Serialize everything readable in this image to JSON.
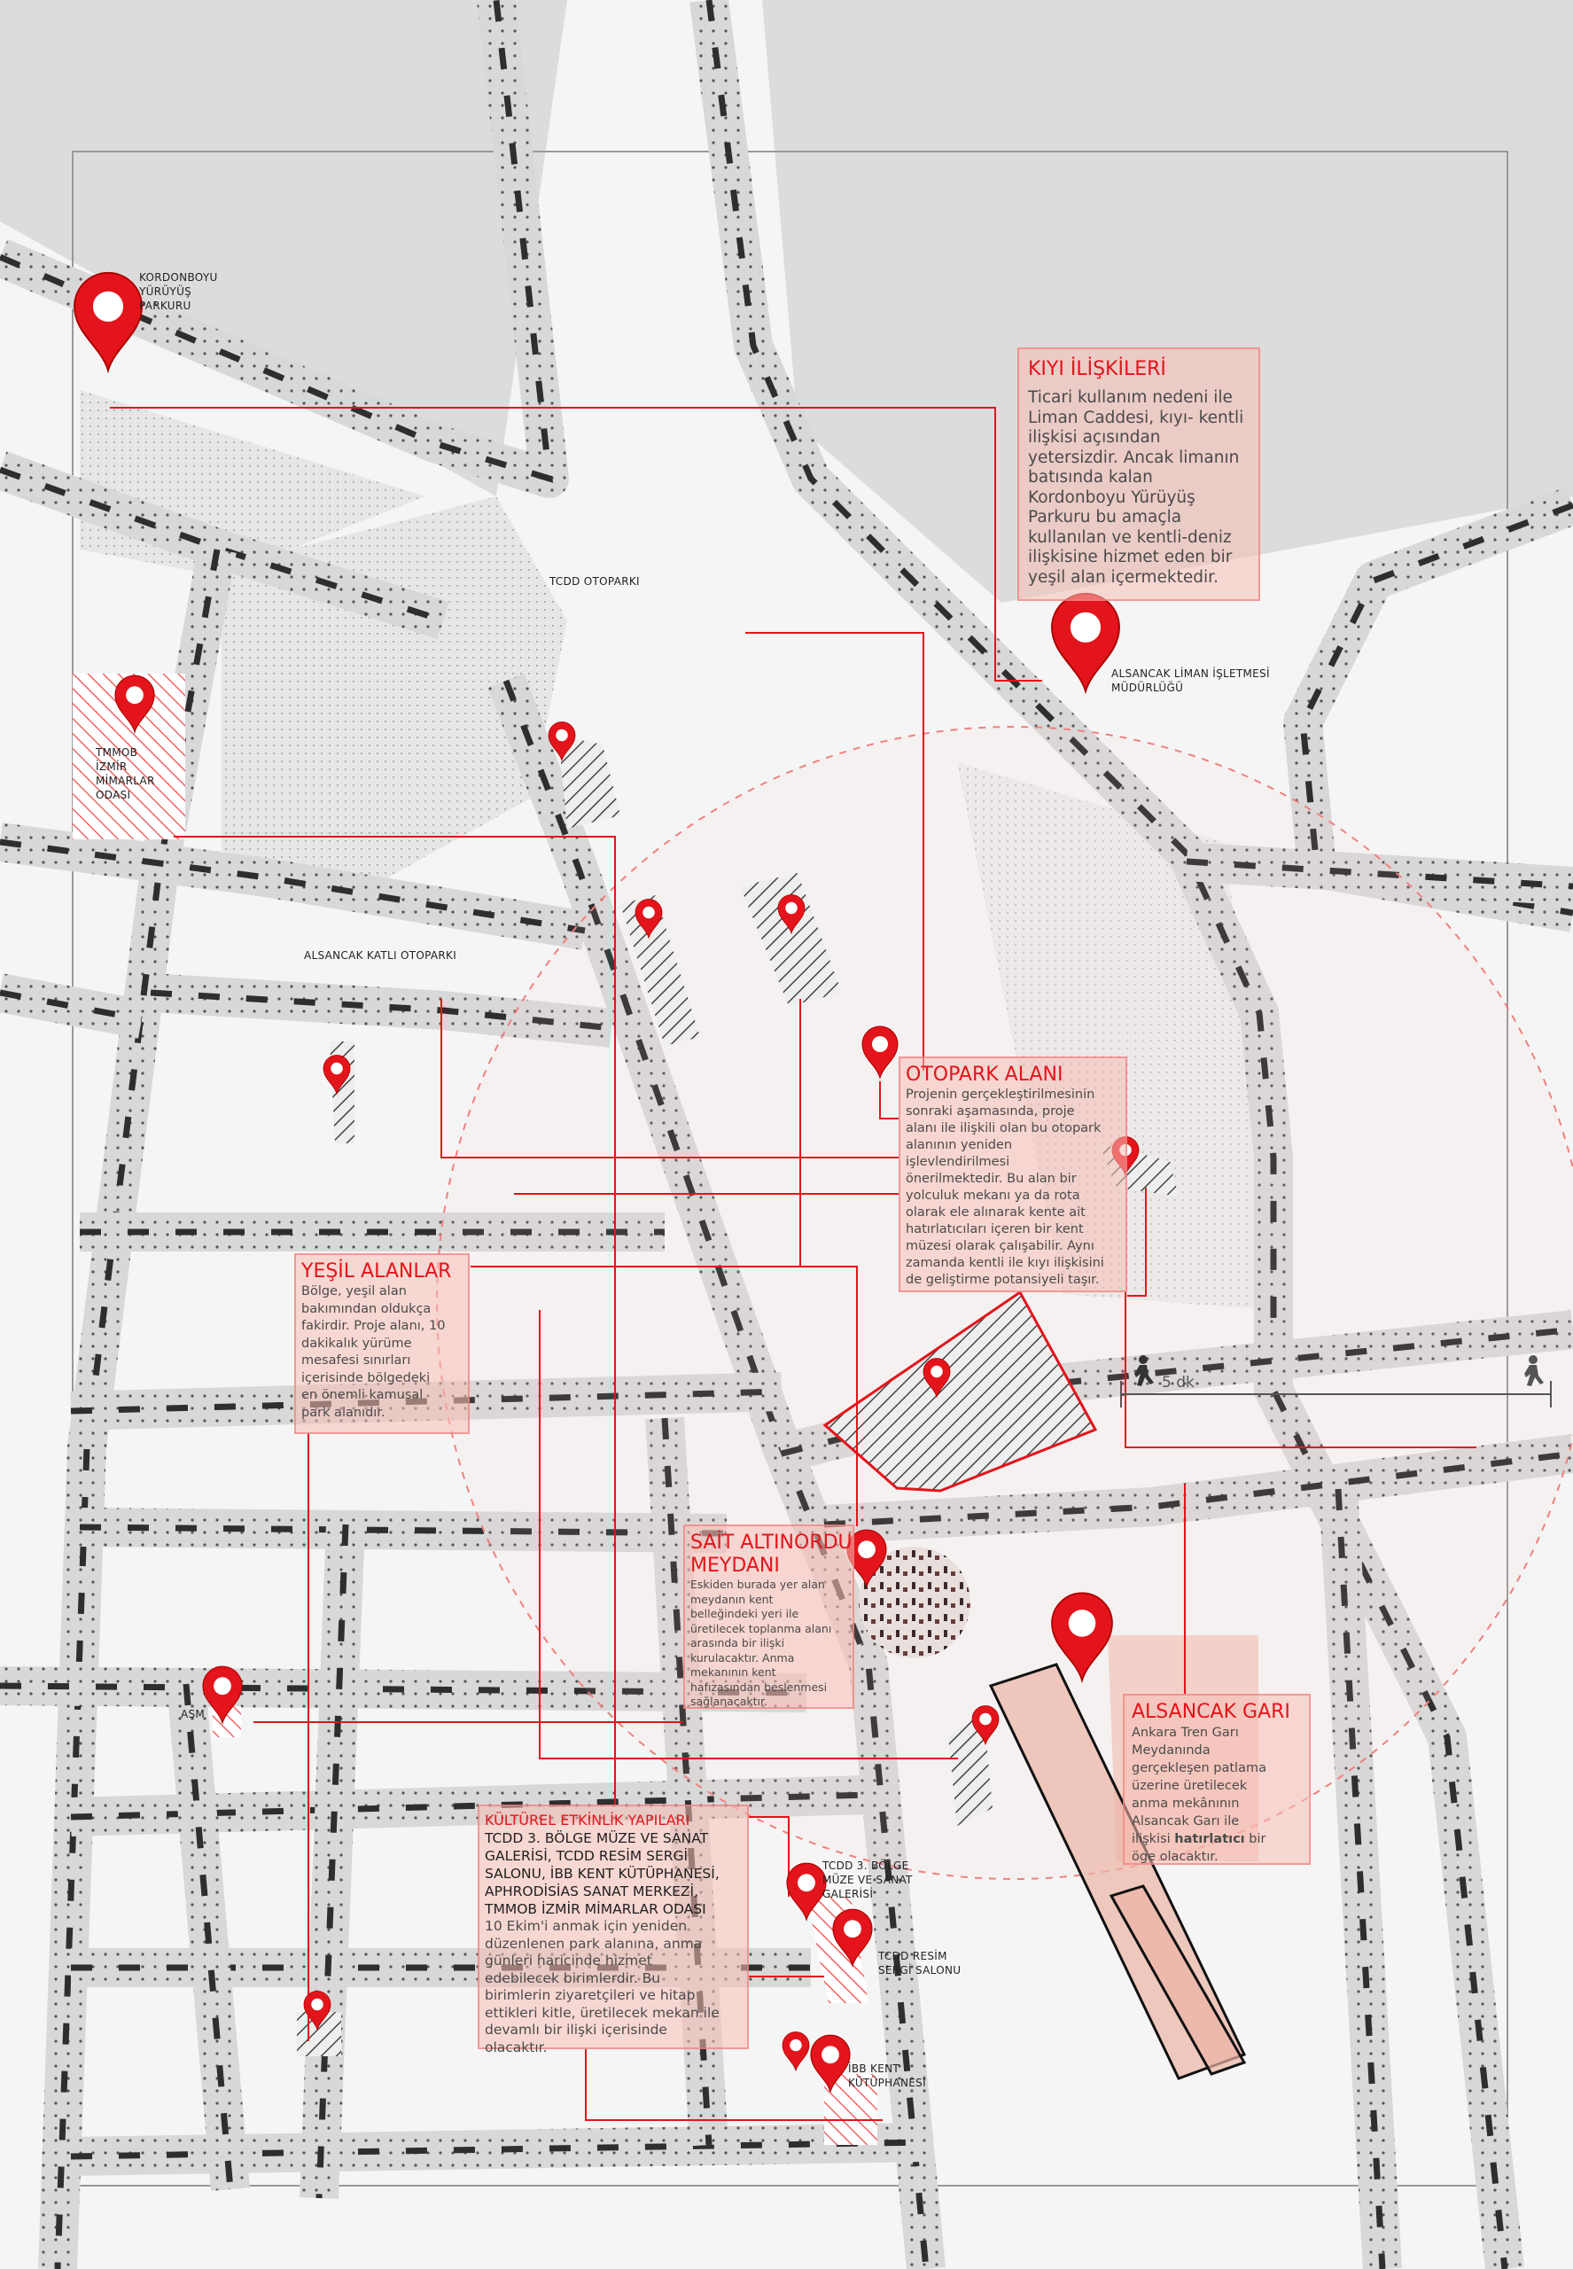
{
  "colors": {
    "accent": "#e3141b",
    "sea": "#dcdcdc",
    "land": "#ececec",
    "road": "#d6d6d6",
    "dash": "#2e2e2e",
    "box_fill": "#f8beb4"
  },
  "labels": {
    "kordonboyu": [
      "KORDONBOYU",
      "YÜRÜYÜŞ",
      "PARKURU"
    ],
    "tcdd_otoparki": [
      "TCDD OTOPARKI"
    ],
    "liman": [
      "ALSANCAK LİMAN İŞLETMESİ",
      "MÜDÜRLÜĞÜ"
    ],
    "tmmob": [
      "TMMOB",
      "İZMİR",
      "MİMARLAR",
      "ODASI"
    ],
    "katli_otopark": [
      "ALSANCAK KATLI OTOPARKI"
    ],
    "asm": [
      "ASM"
    ],
    "tcdd_galeri": [
      "TCDD 3. BÖLGE",
      "MÜZE VE SANAT",
      "GALERİSİ"
    ],
    "tcdd_resim": [
      "TCDD RESİM",
      "SERGİ SALONU"
    ],
    "ibb": [
      "İBB KENT",
      "KÜTÜPHANESİ"
    ]
  },
  "scale_bar": {
    "label": "5 dk",
    "icon": "pedestrian-icon"
  },
  "boxes": {
    "kiyi": {
      "title": "KIYI İLİŞKİLERİ",
      "lines": [
        "Ticari kullanım nedeni ile",
        "Liman Caddesi, kıyı- kentli",
        "ilişkisi açısından",
        "yetersizdir. Ancak limanın",
        "batısında kalan",
        "Kordonboyu Yürüyüş",
        "Parkuru bu amaçla",
        "kullanılan ve kentli-deniz",
        "ilişkisine hizmet eden bir",
        "yeşil alan içermektedir."
      ]
    },
    "otopark": {
      "title": "OTOPARK ALANI",
      "lines": [
        "Projenin gerçekleştirilmesinin",
        "sonraki aşamasında, proje",
        "alanı ile ilişkili olan bu otopark",
        "alanının yeniden",
        "işlevlendirilmesi",
        "önerilmektedir. Bu alan bir",
        "yolculuk mekanı ya da rota",
        "olarak ele alınarak kente ait",
        "hatırlatıcıları içeren bir kent",
        "müzesi olarak çalışabilir. Aynı",
        "zamanda kentli ile kıyı ilişkisini",
        "de geliştirme potansiyeli taşır."
      ]
    },
    "yesil": {
      "title": "YEŞİL ALANLAR",
      "lines": [
        "Bölge, yeşil alan",
        "bakımından oldukça",
        "fakirdir. Proje alanı, 10",
        "dakikalık yürüme",
        "mesafesi sınırları",
        "içerisinde bölgedeki",
        "en önemli kamusal",
        "park alanıdır."
      ]
    },
    "sait": {
      "title_lines": [
        "SAİT ALTINORDU",
        "MEYDANI"
      ],
      "lines": [
        "Eskiden burada yer alan",
        "meydanın kent",
        "belleğindeki yeri ile",
        "üretilecek toplanma alanı",
        "arasında bir ilişki",
        "kurulacaktır. Anma",
        "mekanının kent",
        "hafızasından beslenmesi",
        "sağlanacaktır."
      ]
    },
    "gar": {
      "title": "ALSANCAK GARI",
      "lines": [
        "Ankara Tren Garı",
        "Meydanında",
        "gerçekleşen patlama",
        "üzerine üretilecek",
        "anma mekânının",
        "Alsancak Garı ile"
      ],
      "line_bold_pre": "ilişkisi ",
      "line_bold": "hatırlatıcı",
      "line_bold_post": " bir",
      "last_line": "öge olacaktır."
    },
    "kultur": {
      "title": "KÜLTÜREL ETKİNLİK YAPILARI",
      "sub_lines": [
        "TCDD 3. BÖLGE MÜZE VE SANAT",
        "GALERİSİ, TCDD RESİM SERGİ",
        "SALONU, İBB KENT KÜTÜPHANESİ,",
        "APHRODİSİAS SANAT MERKEZİ,",
        "TMMOB İZMİR MİMARLAR ODASI"
      ],
      "lines": [
        "10 Ekim'i anmak için yeniden",
        "düzenlenen park alanına, anma",
        "günleri haricinde hizmet",
        "edebilecek birimlerdir. Bu",
        "birimlerin ziyaretçileri ve hitap",
        "ettikleri kitle, üretilecek mekan ile",
        "devamlı bir ilişki içerisinde",
        "olacaktır."
      ]
    }
  }
}
